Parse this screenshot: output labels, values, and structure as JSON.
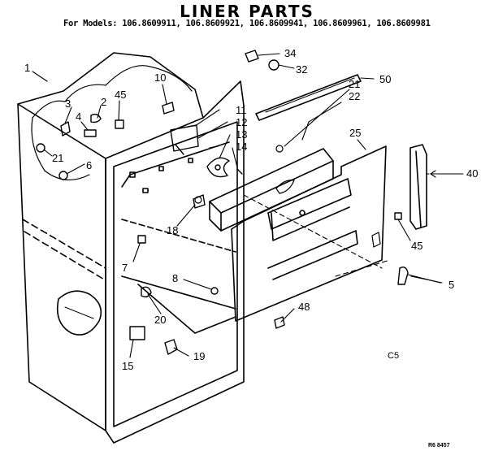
{
  "title": "LINER PARTS",
  "models_line": "For Models: 106.8609911, 106.8609921, 106.8609941, 106.8609961, 106.8609981",
  "diagram_code": "C5",
  "figure_ref": "R6 8457",
  "callouts": [
    {
      "id": "c1",
      "label": "1"
    },
    {
      "id": "c2",
      "label": "2"
    },
    {
      "id": "c3",
      "label": "3"
    },
    {
      "id": "c4",
      "label": "4"
    },
    {
      "id": "c45a",
      "label": "45"
    },
    {
      "id": "c10",
      "label": "10"
    },
    {
      "id": "c21a",
      "label": "21"
    },
    {
      "id": "c6",
      "label": "6"
    },
    {
      "id": "c34",
      "label": "34"
    },
    {
      "id": "c32",
      "label": "32"
    },
    {
      "id": "c50",
      "label": "50"
    },
    {
      "id": "c21b",
      "label": "21"
    },
    {
      "id": "c22",
      "label": "22"
    },
    {
      "id": "c11",
      "label": "11"
    },
    {
      "id": "c12",
      "label": "12"
    },
    {
      "id": "c13",
      "label": "13"
    },
    {
      "id": "c14",
      "label": "14"
    },
    {
      "id": "c25",
      "label": "25"
    },
    {
      "id": "c40",
      "label": "40"
    },
    {
      "id": "c18",
      "label": "18"
    },
    {
      "id": "c45b",
      "label": "45"
    },
    {
      "id": "c7",
      "label": "7"
    },
    {
      "id": "c8",
      "label": "8"
    },
    {
      "id": "c5",
      "label": "5"
    },
    {
      "id": "c20",
      "label": "20"
    },
    {
      "id": "c48",
      "label": "48"
    },
    {
      "id": "c19",
      "label": "19"
    },
    {
      "id": "c15",
      "label": "15"
    }
  ]
}
